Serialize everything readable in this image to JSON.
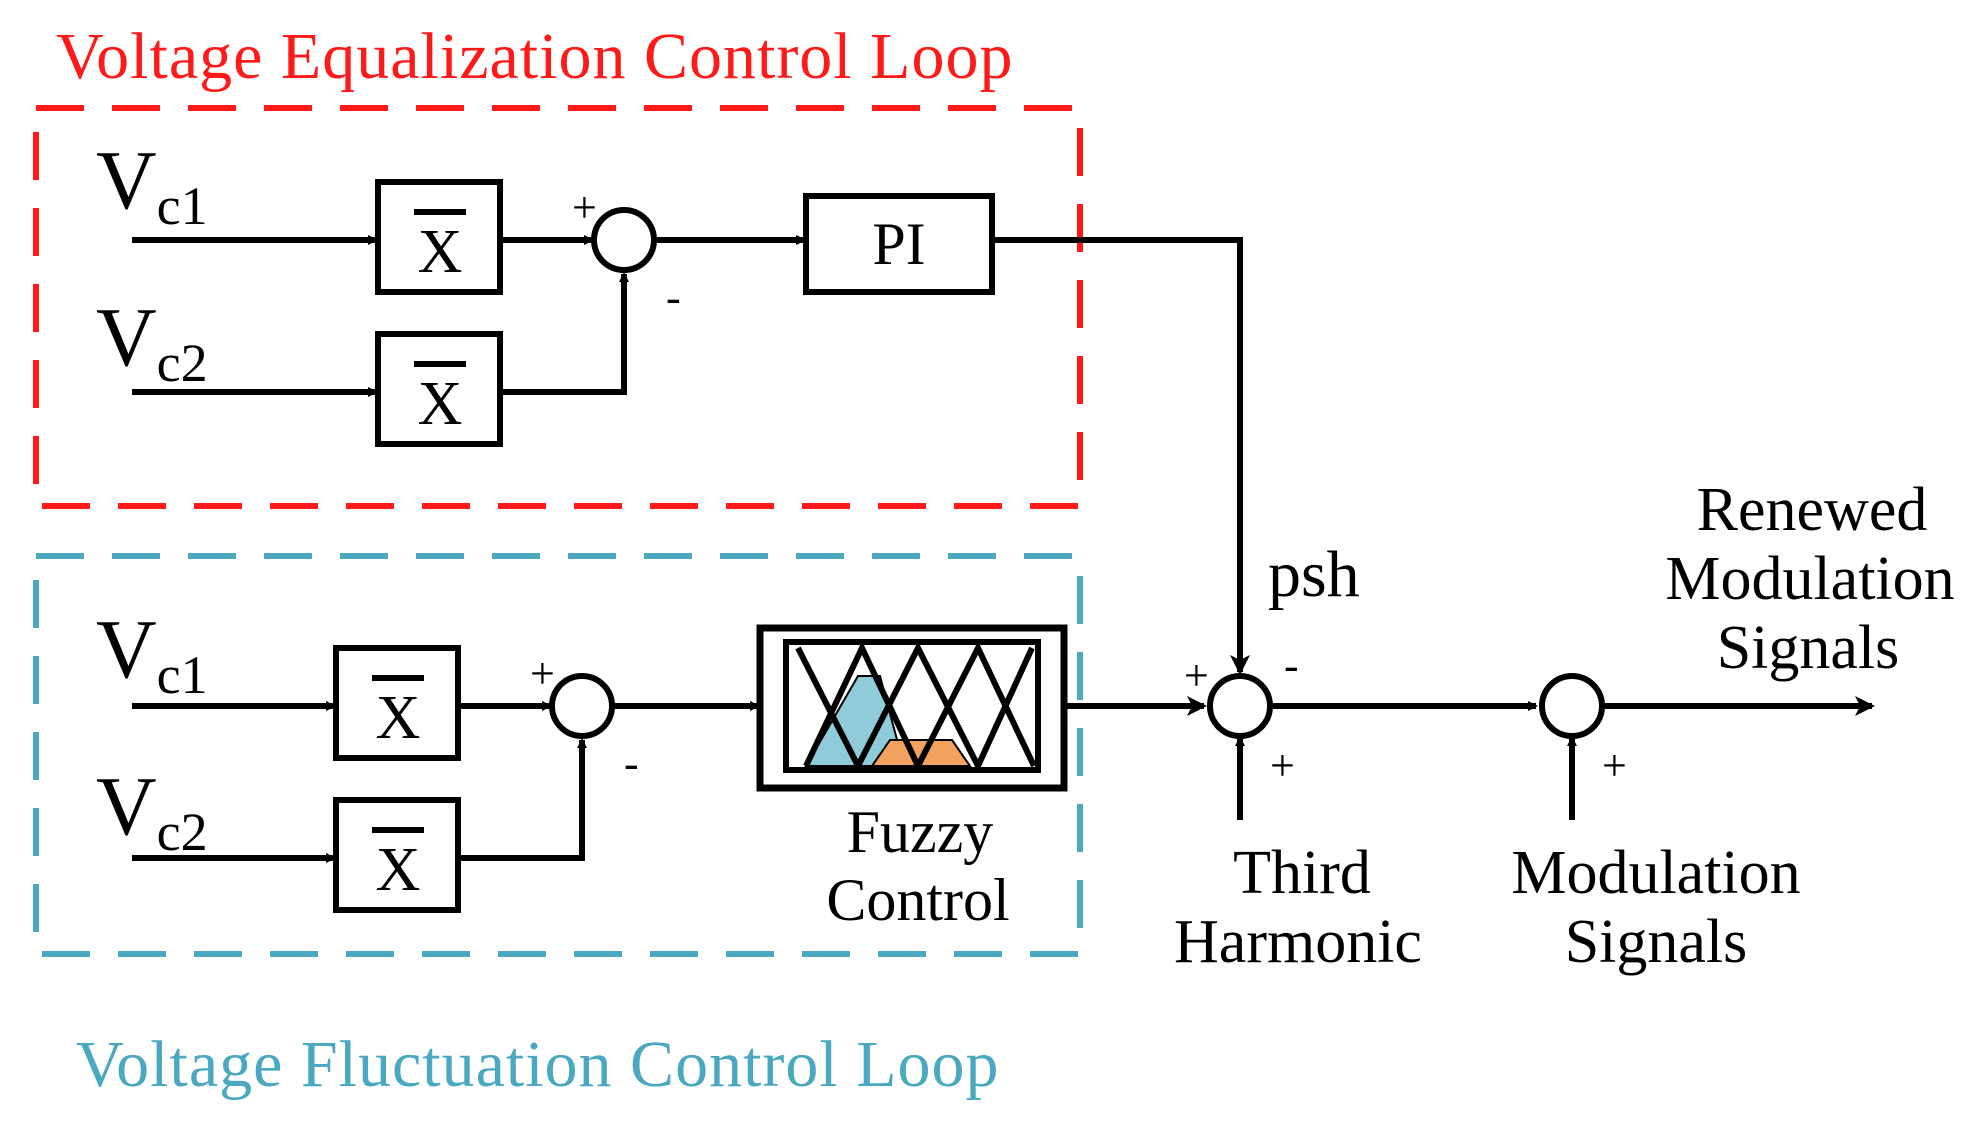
{
  "colors": {
    "equalization_loop": "#ff1a1a",
    "fluctuation_loop": "#4aa8c0",
    "fuzzy_blue": "#8fcbd9",
    "fuzzy_orange": "#f2a15f",
    "line": "#000000"
  },
  "equalization_loop": {
    "title": "Voltage Equalization Control Loop",
    "input1_main": "V",
    "input1_sub": "c1",
    "input2_main": "V",
    "input2_sub": "c2",
    "avg_symbol": "X",
    "sum_plus": "+",
    "sum_minus": "-",
    "controller": "PI"
  },
  "fluctuation_loop": {
    "title": "Voltage Fluctuation Control Loop",
    "input1_main": "V",
    "input1_sub": "c1",
    "input2_main": "V",
    "input2_sub": "c2",
    "avg_symbol": "X",
    "sum_plus": "+",
    "sum_minus": "-",
    "controller_line1": "Fuzzy",
    "controller_line2": "Control"
  },
  "output_stage": {
    "psh_label": "psh",
    "sum1_left": "+",
    "sum1_top": "-",
    "sum1_bottom": "+",
    "sum2_bottom": "+",
    "third_harmonic_line1": "Third",
    "third_harmonic_line2": "Harmonic",
    "modulation_line1": "Modulation",
    "modulation_line2": "Signals",
    "renewed_line1": "Renewed",
    "renewed_line2": "Modulation",
    "renewed_line3": "Signals"
  }
}
